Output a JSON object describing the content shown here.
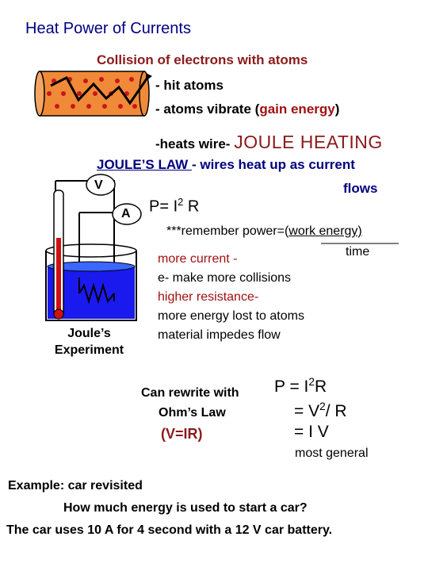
{
  "title": "Heat Power of Currents",
  "subtitle": "Collision of electrons with atoms",
  "bullets": {
    "hit": "- hit atoms",
    "vibrate_prefix": "- atoms vibrate (",
    "vibrate_highlight": "gain energy",
    "vibrate_suffix": ")",
    "heats": "-heats wire-",
    "joule_heating": "JOULE HEATING"
  },
  "law": {
    "name": "JOULE’S LAW ",
    "text": "- wires heat up as current",
    "flows": "flows"
  },
  "meters": {
    "voltmeter": "V",
    "ammeter": "A"
  },
  "experiment": {
    "line1": "Joule’s",
    "line2": "Experiment"
  },
  "power_formula": {
    "prefix": "P= I",
    "exp": "2",
    "suffix": " R"
  },
  "remember": {
    "prefix": "***remember power=(",
    "work": "work energy)",
    "time": "time"
  },
  "explanation": {
    "line1": "more current -",
    "line2": "e- make more collisions",
    "line3": "higher resistance-",
    "line4": "more energy lost to atoms",
    "line5": "material impedes flow"
  },
  "rewrite": {
    "line1": "Can rewrite with",
    "line2": "Ohm’s Law",
    "ohm": "(V=IR)"
  },
  "equations": {
    "eq1_prefix": "P = I",
    "eq1_exp": "2",
    "eq1_suffix": "R",
    "eq2_prefix": "= V",
    "eq2_exp": "2",
    "eq2_suffix": "/ R",
    "eq3": "= I V",
    "note": "most general"
  },
  "example": {
    "line1": "Example: car revisited",
    "line2": "How much energy is used to start a car?",
    "line3": "The car uses 10 A for 4 second with a 12 V car battery."
  },
  "colors": {
    "title": "#000080",
    "accent_red": "#a01010",
    "wire_orange": "#f08a38",
    "water_blue": "#1a1aee"
  }
}
